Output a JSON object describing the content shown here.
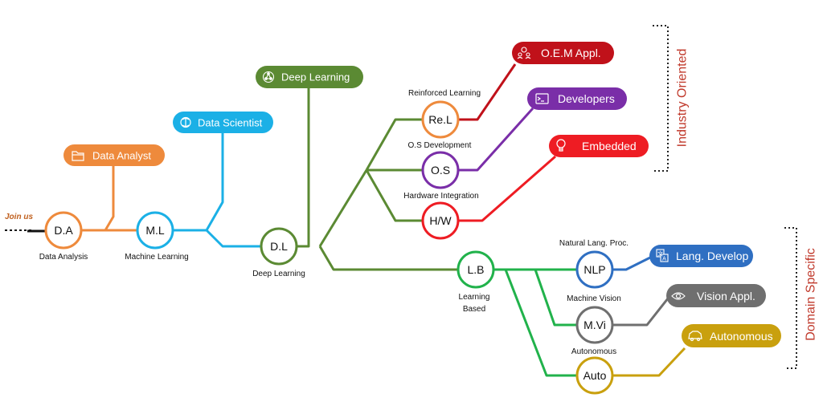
{
  "join_label": "Join us",
  "side_labels": {
    "industry": "Industry Oriented",
    "domain": "Domain Specific"
  },
  "colors": {
    "analyst": "#ee8a3c",
    "scientist": "#1bb0e6",
    "deep": "#5b8a33",
    "oem": "#c0111a",
    "developers": "#7a2ea8",
    "embedded": "#ee1c23",
    "learning": "#21b24b",
    "lang": "#2f6fc2",
    "vision": "#6f6f6f",
    "auto": "#c9a00e"
  },
  "nodes": {
    "da": {
      "label": "D.A",
      "caption": "Data Analysis",
      "icon": "none"
    },
    "ml": {
      "label": "M.L",
      "caption": "Machine Learning",
      "icon": "none"
    },
    "dl": {
      "label": "D.L",
      "caption": "Deep Learning",
      "icon": "none"
    },
    "rel": {
      "label": "Re.L",
      "caption": "Reinforced Learning",
      "icon": "none"
    },
    "os": {
      "label": "O.S",
      "caption": "O.S Development",
      "icon": "none"
    },
    "hw": {
      "label": "H/W",
      "caption": "Hardware Integration",
      "icon": "none"
    },
    "lb": {
      "label": "L.B",
      "caption": "Learning",
      "caption2": "Based",
      "icon": "none"
    },
    "nlp": {
      "label": "NLP",
      "caption": "Natural Lang. Proc.",
      "icon": "none"
    },
    "mvi": {
      "label": "M.Vi",
      "caption": "Machine Vision",
      "icon": "none"
    },
    "auto": {
      "label": "Auto",
      "caption": "Autonomous",
      "icon": "none"
    }
  },
  "pills": {
    "analyst": {
      "label": "Data Analyst",
      "icon": "folder-icon"
    },
    "scientist": {
      "label": "Data Scientist",
      "icon": "brain-icon"
    },
    "deep": {
      "label": "Deep Learning",
      "icon": "neural-network-icon"
    },
    "oem": {
      "label": "O.E.M  Appl.",
      "icon": "people-gear-icon"
    },
    "developers": {
      "label": "Developers",
      "icon": "terminal-icon"
    },
    "embedded": {
      "label": "Embedded",
      "icon": "lightbulb-chip-icon"
    },
    "lang": {
      "label": "Lang. Develop",
      "icon": "translate-icon"
    },
    "vision": {
      "label": "Vision Appl.",
      "icon": "eye-icon"
    },
    "autonomous": {
      "label": "Autonomous",
      "icon": "car-icon"
    }
  }
}
